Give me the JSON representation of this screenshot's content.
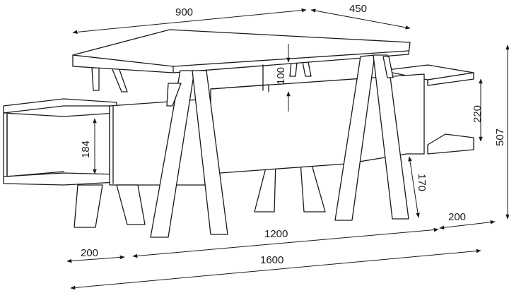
{
  "diagram": {
    "dimensions": {
      "table_width": "900",
      "table_depth": "450",
      "top_gap": "100",
      "shelf_height": "220",
      "total_height": "507",
      "cubby_height": "184",
      "leg_clearance": "170",
      "overall_center": "1200",
      "right_overhang": "200",
      "left_overhang": "200",
      "overall_length": "1600"
    }
  }
}
